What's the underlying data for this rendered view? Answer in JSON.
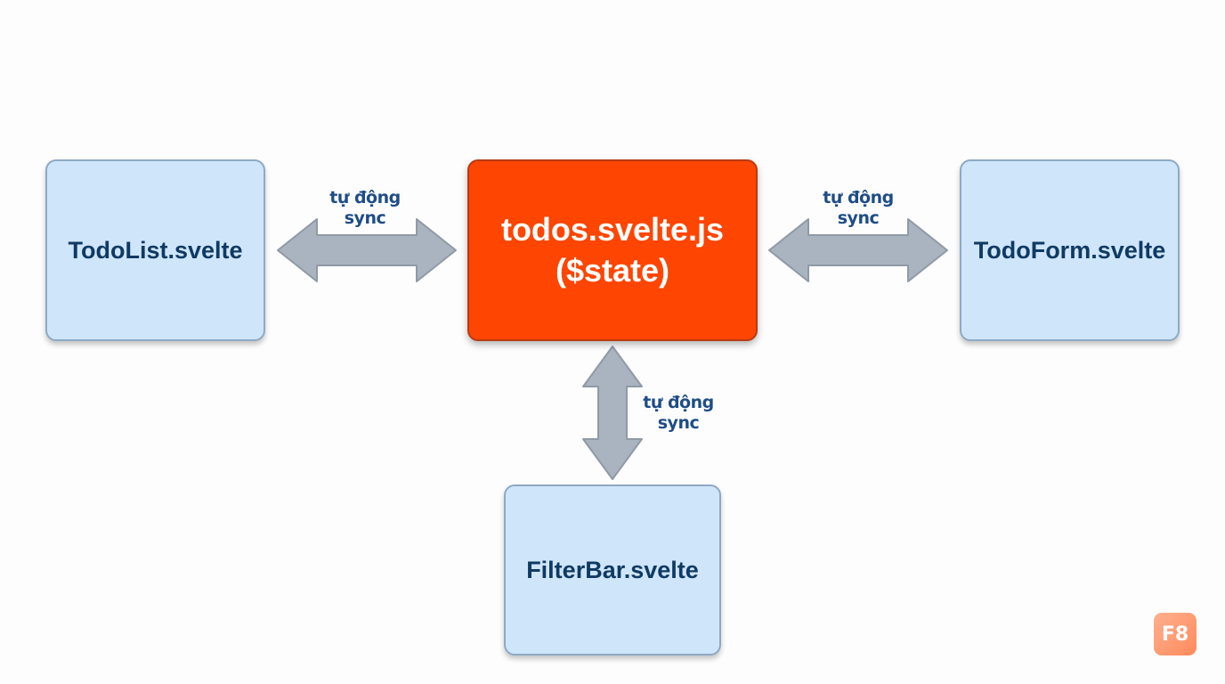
{
  "nodes": {
    "todolist": {
      "label": "TodoList.svelte"
    },
    "todoform": {
      "label": "TodoForm.svelte"
    },
    "filterbar": {
      "label": "FilterBar.svelte"
    },
    "store": {
      "line1": "todos.svelte.js",
      "line2": "($state)"
    }
  },
  "edges": [
    {
      "from": "todolist",
      "to": "store",
      "label_line1": "tự động",
      "label_line2": "sync"
    },
    {
      "from": "store",
      "to": "todoform",
      "label_line1": "tự động",
      "label_line2": "sync"
    },
    {
      "from": "store",
      "to": "filterbar",
      "label_line1": "tự động",
      "label_line2": "sync"
    }
  ],
  "badge": {
    "text": "F8"
  },
  "colors": {
    "component_fill": "#cfe5fa",
    "component_border": "#8ea9c4",
    "component_text": "#0f3a63",
    "store_fill": "#fe4501",
    "store_text": "#ffffff",
    "arrow_fill": "#a9b4c0",
    "label_text": "#1f4d86",
    "badge_fill": "#ff9a70"
  }
}
